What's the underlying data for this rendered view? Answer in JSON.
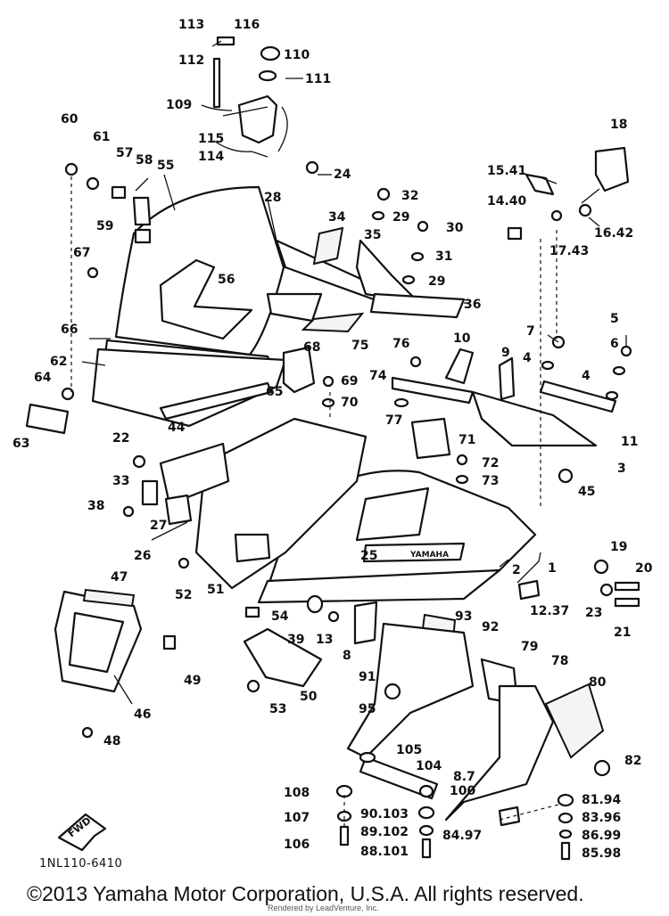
{
  "diagram": {
    "code": "1NL110-6410",
    "fwd_label": "FWD",
    "brand_marking": "YAMAHA",
    "callouts": [
      {
        "id": "c113",
        "text": "113"
      },
      {
        "id": "c116",
        "text": "116"
      },
      {
        "id": "c110",
        "text": "110"
      },
      {
        "id": "c112",
        "text": "112"
      },
      {
        "id": "c111",
        "text": "111"
      },
      {
        "id": "c109",
        "text": "109"
      },
      {
        "id": "c115",
        "text": "115"
      },
      {
        "id": "c114",
        "text": "114"
      },
      {
        "id": "c24",
        "text": "24"
      },
      {
        "id": "c18",
        "text": "18"
      },
      {
        "id": "c60",
        "text": "60"
      },
      {
        "id": "c61",
        "text": "61"
      },
      {
        "id": "c57",
        "text": "57"
      },
      {
        "id": "c58",
        "text": "58"
      },
      {
        "id": "c55",
        "text": "55"
      },
      {
        "id": "c15_41",
        "text": "15.41"
      },
      {
        "id": "c28",
        "text": "28"
      },
      {
        "id": "c32",
        "text": "32"
      },
      {
        "id": "c29a",
        "text": "29"
      },
      {
        "id": "c14_40",
        "text": "14.40"
      },
      {
        "id": "c34",
        "text": "34"
      },
      {
        "id": "c30",
        "text": "30"
      },
      {
        "id": "c16_42",
        "text": "16.42"
      },
      {
        "id": "c59",
        "text": "59"
      },
      {
        "id": "c35",
        "text": "35"
      },
      {
        "id": "c31",
        "text": "31"
      },
      {
        "id": "c17_43",
        "text": "17.43"
      },
      {
        "id": "c67",
        "text": "67"
      },
      {
        "id": "c29b",
        "text": "29"
      },
      {
        "id": "c56",
        "text": "56"
      },
      {
        "id": "c36",
        "text": "36"
      },
      {
        "id": "c5",
        "text": "5"
      },
      {
        "id": "c7",
        "text": "7"
      },
      {
        "id": "c66",
        "text": "66"
      },
      {
        "id": "c75",
        "text": "75"
      },
      {
        "id": "c68",
        "text": "68"
      },
      {
        "id": "c76",
        "text": "76"
      },
      {
        "id": "c10",
        "text": "10"
      },
      {
        "id": "c6",
        "text": "6"
      },
      {
        "id": "c62",
        "text": "62"
      },
      {
        "id": "c4a",
        "text": "4"
      },
      {
        "id": "c9",
        "text": "9"
      },
      {
        "id": "c69",
        "text": "69"
      },
      {
        "id": "c74",
        "text": "74"
      },
      {
        "id": "c4b",
        "text": "4"
      },
      {
        "id": "c64",
        "text": "64"
      },
      {
        "id": "c65",
        "text": "65"
      },
      {
        "id": "c70",
        "text": "70"
      },
      {
        "id": "c77",
        "text": "77"
      },
      {
        "id": "c11",
        "text": "11"
      },
      {
        "id": "c63",
        "text": "63"
      },
      {
        "id": "c44",
        "text": "44"
      },
      {
        "id": "c71",
        "text": "71"
      },
      {
        "id": "c22",
        "text": "22"
      },
      {
        "id": "c72",
        "text": "72"
      },
      {
        "id": "c3",
        "text": "3"
      },
      {
        "id": "c33",
        "text": "33"
      },
      {
        "id": "c73",
        "text": "73"
      },
      {
        "id": "c45",
        "text": "45"
      },
      {
        "id": "c38",
        "text": "38"
      },
      {
        "id": "c27",
        "text": "27"
      },
      {
        "id": "c26",
        "text": "26"
      },
      {
        "id": "c19",
        "text": "19"
      },
      {
        "id": "c25",
        "text": "25"
      },
      {
        "id": "c1",
        "text": "1"
      },
      {
        "id": "c2",
        "text": "2"
      },
      {
        "id": "c20",
        "text": "20"
      },
      {
        "id": "c52",
        "text": "52"
      },
      {
        "id": "c51",
        "text": "51"
      },
      {
        "id": "c47",
        "text": "47"
      },
      {
        "id": "c12_37",
        "text": "12.37"
      },
      {
        "id": "c23",
        "text": "23"
      },
      {
        "id": "c21",
        "text": "21"
      },
      {
        "id": "c54",
        "text": "54"
      },
      {
        "id": "c39",
        "text": "39"
      },
      {
        "id": "c13",
        "text": "13"
      },
      {
        "id": "c93",
        "text": "93"
      },
      {
        "id": "c92",
        "text": "92"
      },
      {
        "id": "c79",
        "text": "79"
      },
      {
        "id": "c78",
        "text": "78"
      },
      {
        "id": "c8",
        "text": "8"
      },
      {
        "id": "c49",
        "text": "49"
      },
      {
        "id": "c91",
        "text": "91"
      },
      {
        "id": "c80",
        "text": "80"
      },
      {
        "id": "c50",
        "text": "50"
      },
      {
        "id": "c53",
        "text": "53"
      },
      {
        "id": "c46",
        "text": "46"
      },
      {
        "id": "c95",
        "text": "95"
      },
      {
        "id": "c105",
        "text": "105"
      },
      {
        "id": "c82",
        "text": "82"
      },
      {
        "id": "c48",
        "text": "48"
      },
      {
        "id": "c104",
        "text": "104"
      },
      {
        "id": "c87",
        "text": "8.7"
      },
      {
        "id": "c100",
        "text": "100"
      },
      {
        "id": "c108",
        "text": "108"
      },
      {
        "id": "c81_94",
        "text": "81.94"
      },
      {
        "id": "c90_103",
        "text": "90.103"
      },
      {
        "id": "c107",
        "text": "107"
      },
      {
        "id": "c83_96",
        "text": "83.96"
      },
      {
        "id": "c89_102",
        "text": "89.102"
      },
      {
        "id": "c84_97",
        "text": "84.97"
      },
      {
        "id": "c86_99",
        "text": "86.99"
      },
      {
        "id": "c106",
        "text": "106"
      },
      {
        "id": "c88_101",
        "text": "88.101"
      },
      {
        "id": "c85_98",
        "text": "85.98"
      }
    ]
  },
  "footer": {
    "copyright": "©2013 Yamaha Motor Corporation, U.S.A. All rights reserved.",
    "watermark_caption": "Rendered by LeadVenture, Inc."
  }
}
